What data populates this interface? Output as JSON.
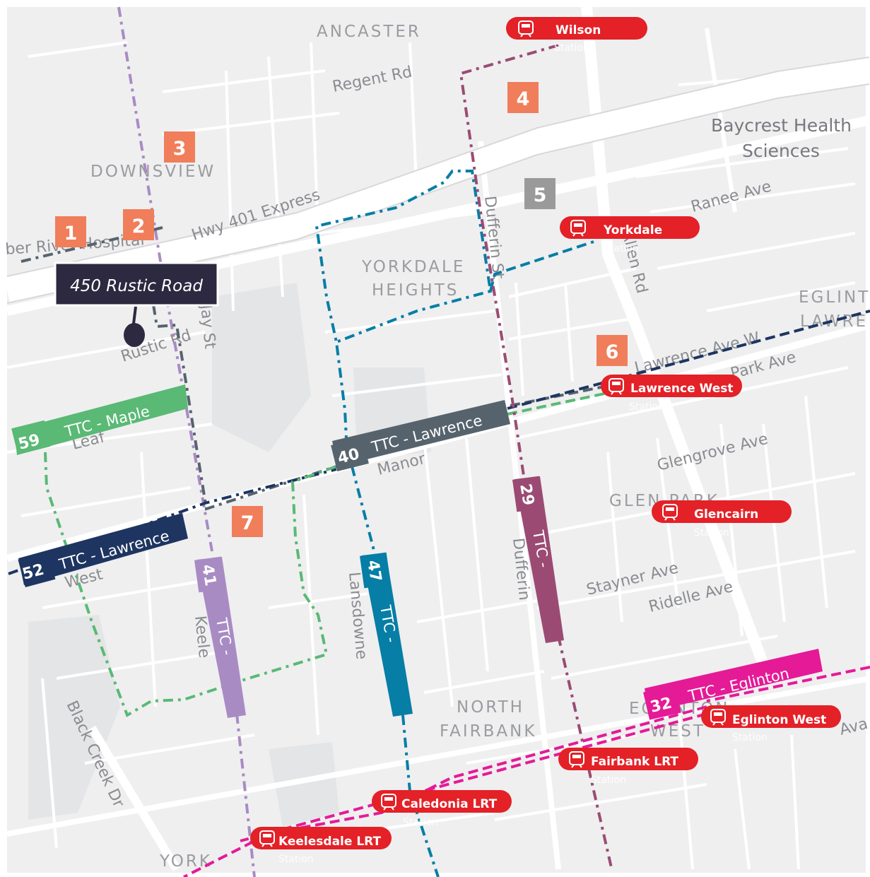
{
  "map": {
    "areas": {
      "ancaster": "ANCASTER",
      "downsview": "DOWNSVIEW",
      "yorkdale_1": "YORKDALE",
      "yorkdale_2": "HEIGHTS",
      "glen_park": "GLEN PARK",
      "north_1": "NORTH",
      "north_2": "FAIRBANK",
      "eglinton_west_1": "EGLINTON",
      "eglinton_west_2": "WEST",
      "york": "YORK",
      "eglinton_lawrence_1": "EGLINT",
      "eglinton_lawrence_2": "LAWRE"
    },
    "streets": {
      "regent": "Regent Rd",
      "hwy401": "Hwy 401 Express",
      "ranee": "Ranee Ave",
      "rustic": "Rustic Rd",
      "jay": "Jay St",
      "dufferin": "Dufferin St",
      "allen": "Allen Rd",
      "lawrence_w": "Lawrence Ave W",
      "park": "Park Ave",
      "glengrove": "Glengrove Ave",
      "stayner": "Stayner Ave",
      "ridelle": "Ridelle Ave",
      "black_creek": "Black Creek Dr",
      "ava": "Ava",
      "humber": "ber River Hospital",
      "keele": "Keele",
      "lansdowne": "Lansdowne",
      "dufferin2": "Dufferin",
      "maple_leaf": "Leaf",
      "manor": "Manor",
      "west": "West"
    },
    "poi": {
      "baycrest_1": "Baycrest Health",
      "baycrest_2": "Sciences"
    },
    "address": {
      "label": "450 Rustic Road"
    },
    "markers": [
      {
        "num": "1",
        "color": "#f07e5a"
      },
      {
        "num": "2",
        "color": "#f07e5a"
      },
      {
        "num": "3",
        "color": "#f07e5a"
      },
      {
        "num": "4",
        "color": "#f07e5a"
      },
      {
        "num": "5",
        "color": "#9a9a9a"
      },
      {
        "num": "6",
        "color": "#f07e5a"
      },
      {
        "num": "7",
        "color": "#f07e5a"
      }
    ],
    "routes": [
      {
        "num": "59",
        "label": "TTC - Maple",
        "color": "#5ab975"
      },
      {
        "num": "52",
        "label": "TTC - Lawrence",
        "color": "#1e3561"
      },
      {
        "num": "40",
        "label": "TTC - Lawrence",
        "color": "#56636d"
      },
      {
        "num": "41",
        "label": "TTC -",
        "color": "#a98bc4"
      },
      {
        "num": "47",
        "label": "TTC -",
        "color": "#067ea5"
      },
      {
        "num": "29",
        "label": "TTC -",
        "color": "#9b4b73"
      },
      {
        "num": "32",
        "label": "TTC - Eglinton",
        "color": "#e51a97"
      }
    ],
    "stations": [
      {
        "name": "Wilson",
        "sub": "Station"
      },
      {
        "name": "Yorkdale",
        "sub": "Station"
      },
      {
        "name": "Lawrence West",
        "sub": "Station"
      },
      {
        "name": "Glencairn",
        "sub": "Station"
      },
      {
        "name": "Eglinton West",
        "sub": "Station"
      },
      {
        "name": "Fairbank LRT",
        "sub": "Station"
      },
      {
        "name": "Caledonia LRT",
        "sub": "Station"
      },
      {
        "name": "Keelesdale LRT",
        "sub": "Station"
      }
    ],
    "colors": {
      "background": "#f0f0f1",
      "road": "#ffffff",
      "station": "#e32127",
      "address": "#2d2940"
    }
  }
}
